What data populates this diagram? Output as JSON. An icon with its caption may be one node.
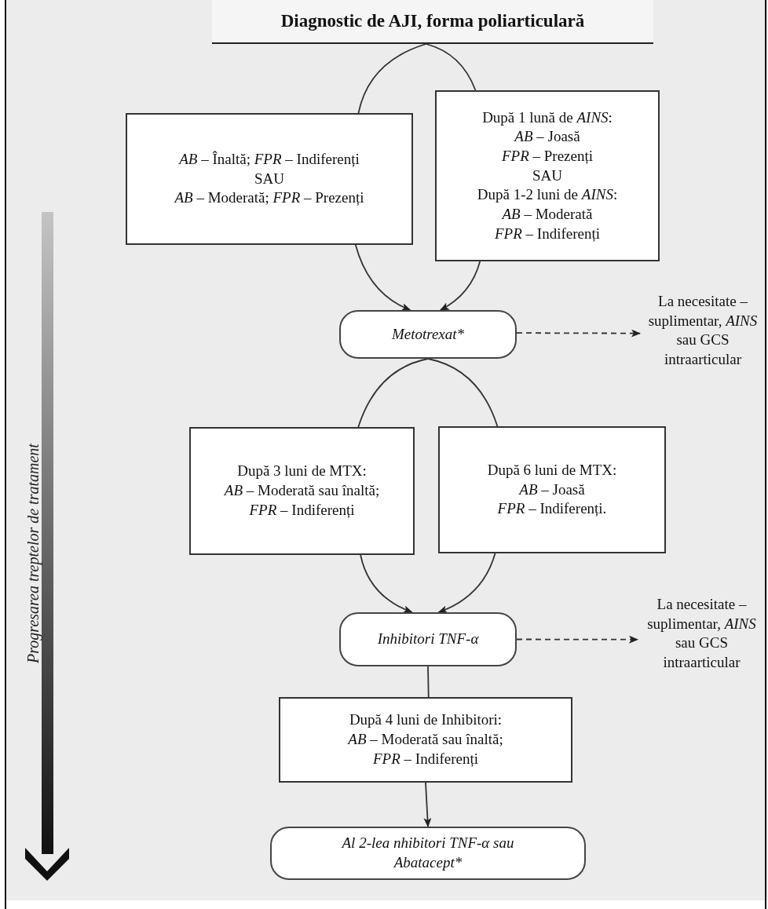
{
  "diagram": {
    "nodes": [
      {
        "text": [
          "Diagnostic de AJI, forma poliarticulară"
        ]
      },
      {
        "text": [
          "*AB* – Înaltă; *FPR* – Indiferenți",
          "SAU",
          "*AB* – Moderată; *FPR* – Prezenți"
        ]
      },
      {
        "text": [
          "După 1 lună de *AINS*:",
          "*AB* – Joasă",
          "*FPR* – Prezenți",
          "SAU",
          "După 1-2 luni de *AINS*:",
          "*AB* – Moderată",
          "*FPR* – Indiferenți"
        ]
      },
      {
        "text": [
          "Metotrexat*"
        ]
      },
      {
        "text": [
          "La necesitate – suplimentar, *AINS* sau GCS intraarticular"
        ]
      },
      {
        "text": [
          "După 3 luni de MTX:",
          "*AB* – Moderată sau înaltă;",
          "*FPR* – Indiferenți"
        ]
      },
      {
        "text": [
          "După 6 luni de MTX:",
          "*AB* – Joasă",
          "*FPR* – Indiferenți."
        ]
      },
      {
        "text": [
          "Inhibitori TNF-α"
        ]
      },
      {
        "text": [
          "La necesitate – suplimentar, *AINS* sau GCS intraarticular"
        ]
      },
      {
        "text": [
          "După 4 luni de Inhibitori:",
          "*AB* – Moderată sau înaltă;",
          "*FPR* – Indiferenți"
        ]
      },
      {
        "text": [
          "Al 2-lea nhibitori TNF-α sau Abatacept*"
        ]
      }
    ],
    "edges": [
      {
        "from": 0,
        "to": 1,
        "arrow": "none"
      },
      {
        "from": 0,
        "to": 2,
        "arrow": "none"
      },
      {
        "from": 1,
        "to": 3,
        "arrow": "to"
      },
      {
        "from": 2,
        "to": 3,
        "arrow": "to"
      },
      {
        "from": 3,
        "to": 4,
        "arrow": "to",
        "style": "dashed"
      },
      {
        "from": 3,
        "to": 5,
        "arrow": "none"
      },
      {
        "from": 3,
        "to": 6,
        "arrow": "none"
      },
      {
        "from": 5,
        "to": 7,
        "arrow": "to"
      },
      {
        "from": 6,
        "to": 7,
        "arrow": "to"
      },
      {
        "from": 7,
        "to": 8,
        "arrow": "to",
        "style": "dashed"
      },
      {
        "from": 7,
        "to": 9,
        "arrow": "none"
      },
      {
        "from": 9,
        "to": 10,
        "arrow": "to"
      }
    ],
    "labels": [
      "Progresarea treptelor de tratament"
    ]
  }
}
